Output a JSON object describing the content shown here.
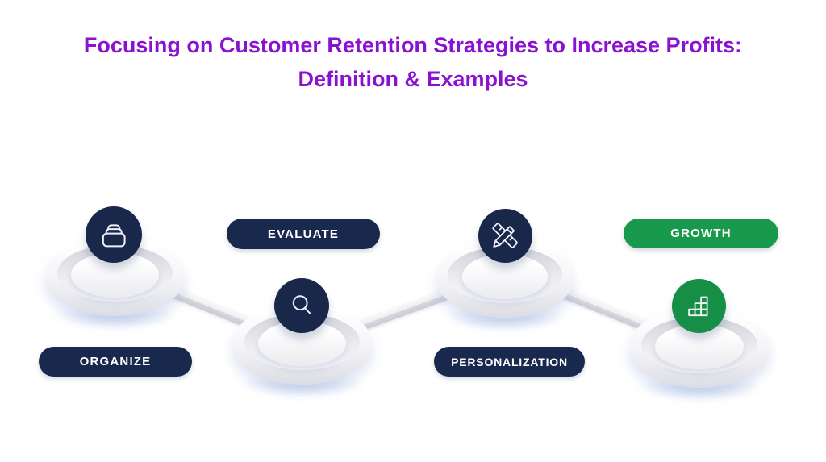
{
  "title": {
    "line1": "Focusing on Customer Retention Strategies to Increase Profits:",
    "line2": "Definition & Examples",
    "color": "#8A12CF"
  },
  "steps": [
    {
      "label": "ORGANIZE",
      "icon": "archive-box-icon",
      "color": "#19294E",
      "label_position": "below-node"
    },
    {
      "label": "EVALUATE",
      "icon": "magnifier-icon",
      "color": "#19294E",
      "label_position": "above-node"
    },
    {
      "label": "PERSONALIZATION",
      "icon": "pencil-ruler-icon",
      "color": "#19294E",
      "label_position": "below-node"
    },
    {
      "label": "GROWTH",
      "icon": "bar-steps-icon",
      "color": "#18994B",
      "label_position": "above-node"
    }
  ],
  "colors": {
    "navy": "#18274A",
    "green": "#178E45",
    "green_pill": "#18994B",
    "title_purple": "#8A12CF",
    "background": "#FFFFFF",
    "connector_gray": "#D6D6DC"
  }
}
